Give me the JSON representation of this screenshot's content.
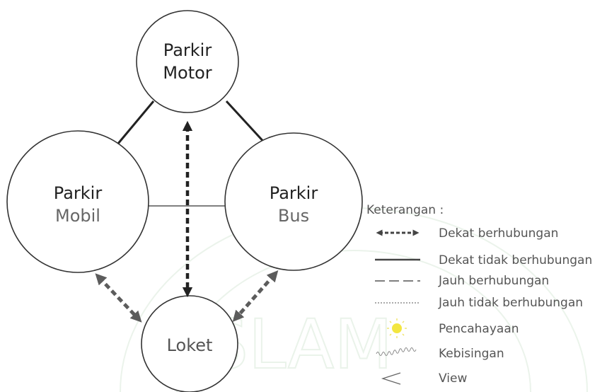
{
  "nodes": {
    "motor": {
      "line1": "Parkir",
      "line2": "Motor"
    },
    "mobil": {
      "line1": "Parkir",
      "line2": "Mobil"
    },
    "bus": {
      "line1": "Parkir",
      "line2": "Bus"
    },
    "loket": {
      "line1": "Loket"
    }
  },
  "legend": {
    "title": "Keterangan :",
    "items": [
      {
        "icon": "double-dashed-arrow-icon",
        "label": "Dekat berhubungan"
      },
      {
        "icon": "solid-line-icon",
        "label": "Dekat tidak berhubungan"
      },
      {
        "icon": "dashed-line-icon",
        "label": "Jauh berhubungan"
      },
      {
        "icon": "dotted-line-icon",
        "label": "Jauh tidak berhubungan"
      },
      {
        "icon": "sun-icon",
        "label": "Pencahayaan"
      },
      {
        "icon": "noise-wave-icon",
        "label": "Kebisingan"
      },
      {
        "icon": "view-angle-icon",
        "label": "View"
      }
    ]
  },
  "colors": {
    "strong_arrow": "#222222",
    "soft_arrow": "#5c5c5c",
    "line": "#222222",
    "thin_line": "#555555",
    "sun": "#f3e640",
    "watermark": "#d8ead8"
  }
}
